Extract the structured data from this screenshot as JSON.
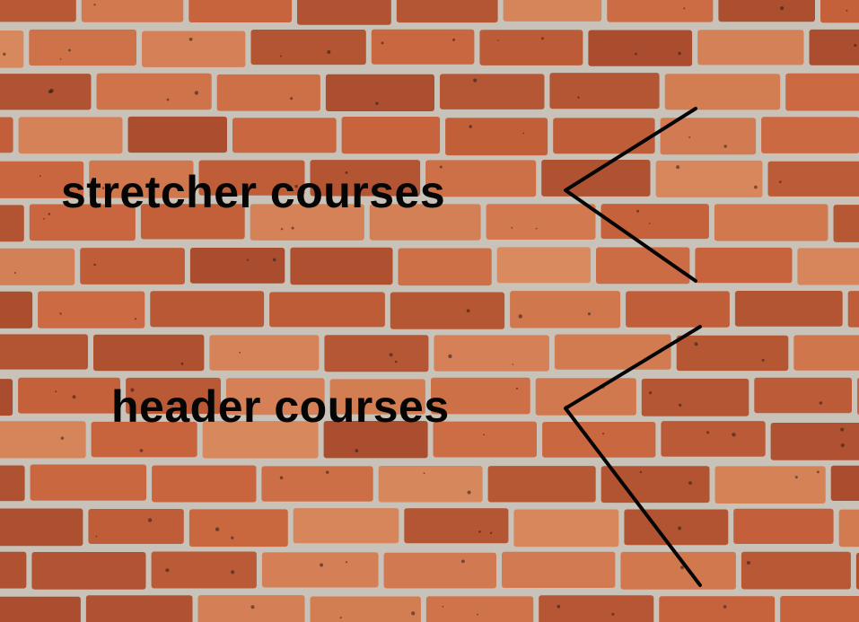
{
  "image": {
    "subject": "brick wall",
    "colors": {
      "mortar": "#c9c2b8",
      "brick_base": "#c8643d",
      "brick_dark": "#a94d2e",
      "brick_light": "#d98a5f",
      "annotation": "#050505"
    }
  },
  "annotations": {
    "stretcher": {
      "label": "stretcher courses",
      "pointer_icon": "bracket-pointer"
    },
    "header": {
      "label": "header courses",
      "pointer_icon": "bracket-pointer"
    }
  }
}
